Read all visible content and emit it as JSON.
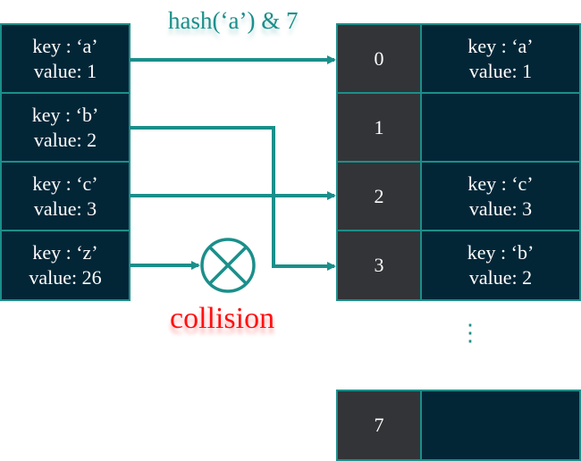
{
  "header_label": "hash(‘a’) & 7",
  "collision_label": "collision",
  "ellipsis": "⋮",
  "inputs": [
    {
      "key": "key : ‘a’",
      "value": "value: 1"
    },
    {
      "key": "key : ‘b’",
      "value": "value: 2"
    },
    {
      "key": "key : ‘c’",
      "value": "value: 3"
    },
    {
      "key": "key : ‘z’",
      "value": "value: 26"
    }
  ],
  "buckets": [
    {
      "index": "0",
      "key": "key : ‘a’",
      "value": "value: 1"
    },
    {
      "index": "1",
      "key": "",
      "value": ""
    },
    {
      "index": "2",
      "key": "key : ‘c’",
      "value": "value: 3"
    },
    {
      "index": "3",
      "key": "key : ‘b’",
      "value": "value: 2"
    },
    {
      "index": "7",
      "key": "",
      "value": ""
    }
  ],
  "colors": {
    "accent": "#1b8f8a",
    "cell_dark": "#032637",
    "index_cell": "#333437",
    "collision": "#ff1010"
  }
}
